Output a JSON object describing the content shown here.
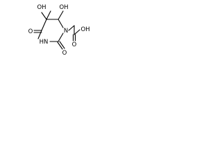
{
  "molecule": {
    "atoms": {
      "ring_n_right": "N",
      "ring_nh": "HN",
      "carbonyl_o_left": "O",
      "carbonyl_o_bottom": "O",
      "oh_top_left": "OH",
      "oh_top_right": "OH",
      "acid_o_double": "O",
      "acid_oh": "OH"
    }
  }
}
